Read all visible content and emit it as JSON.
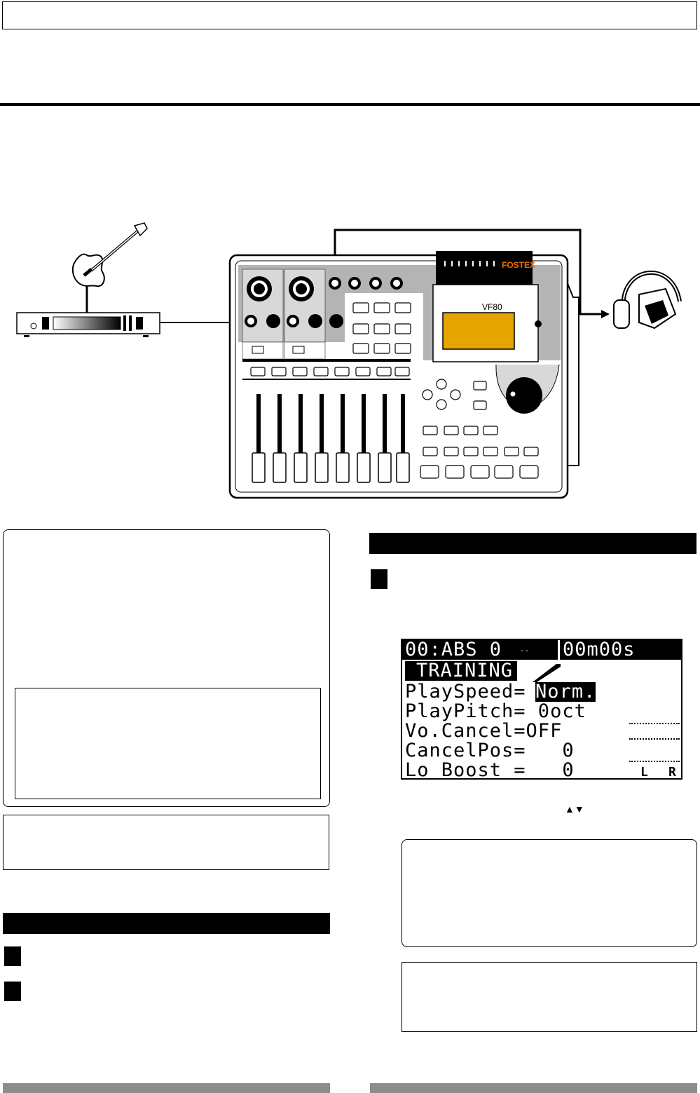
{
  "lcd": {
    "status": "00:ABS 0 ",
    "time": "00m00s",
    "mode": "TRAINING",
    "lines": [
      "PlaySpeed=Norm.",
      "PlayPitch= 0oct",
      "Vo.Cancel=OFF",
      "CancelPos=   0",
      "Lo Boost =   0"
    ],
    "play_speed_label": "PlaySpeed=",
    "play_speed_value": "Norm.",
    "meter_left": "L",
    "meter_right": "R"
  },
  "device": {
    "brand": "FOSTEX",
    "model": "VF80"
  },
  "arrow_keys": "▲▼",
  "colors": {
    "display": "#e6a400",
    "panel_gray": "#b4b4b4",
    "bar_gray": "#8c8c8c"
  }
}
